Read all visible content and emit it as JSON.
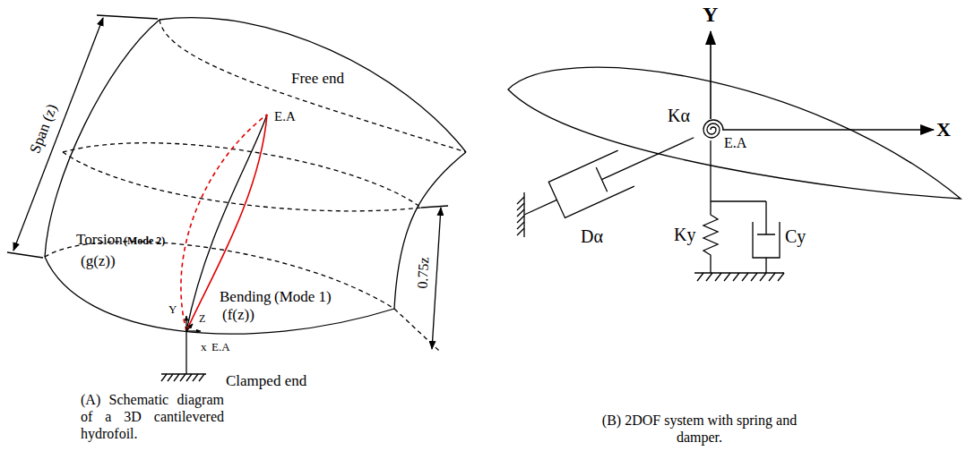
{
  "diagram": {
    "labels": [
      "Span (z)",
      "Free end",
      "E.A",
      "Torsion",
      "(Mode 2)",
      "(g(z))",
      "Bending",
      "(Mode 1)",
      "(f(z))",
      "Y",
      "Z",
      "x",
      "E.A",
      "Clamped end",
      "0.75z",
      "(A) Schematic diagram of a 3D cantilevered hydrofoil.",
      "Y",
      "X",
      "Kα",
      "E.A",
      "Dα",
      "Ky",
      "Cy",
      "(B) 2DOF system with spring and damper."
    ]
  }
}
